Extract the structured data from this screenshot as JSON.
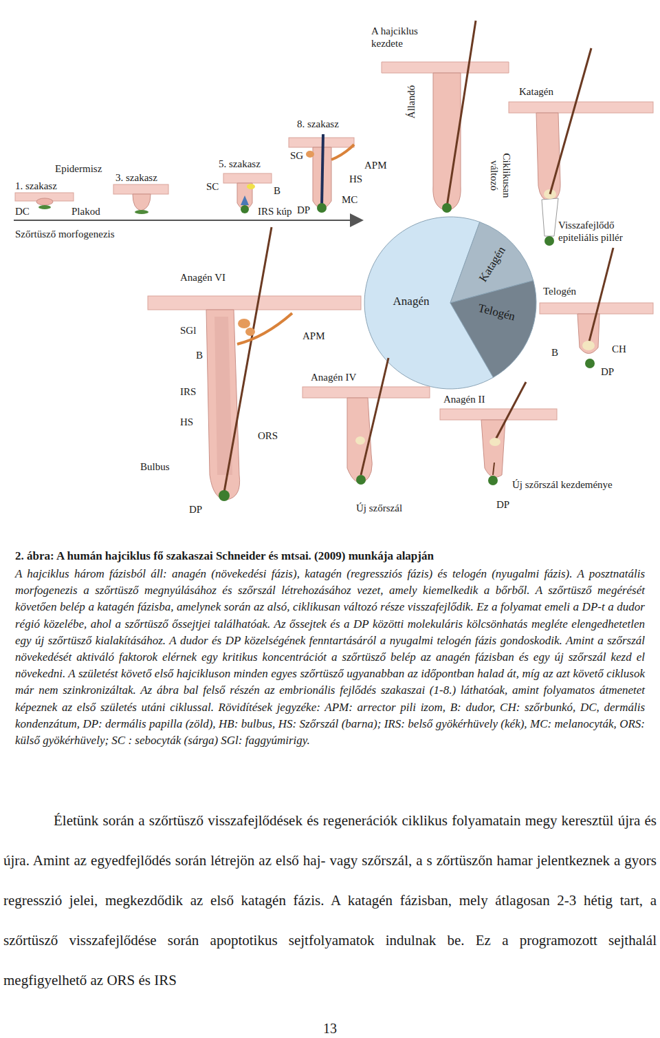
{
  "diagram": {
    "caption": "2. ábra: A humán hajciklus fő szakaszai Schneider és mtsai. (2009) munkája alapján",
    "nodes": [
      {
        "text": [
          "Anagén"
        ]
      },
      {
        "text": [
          "Katagén"
        ]
      },
      {
        "text": [
          "Telogén"
        ]
      }
    ],
    "labels": [
      "A hajciklus kezdete",
      "Állandó",
      "Ciklikusan változó",
      "Katagén",
      "Epidermisz",
      "1. szakasz",
      "3. szakasz",
      "DC",
      "Plakod",
      "Szőrtüsző morfogenezis",
      "5. szakasz",
      "SC",
      "B",
      "IRS kúp",
      "8. szakasz",
      "SG",
      "APM",
      "HS",
      "MC",
      "DP",
      "Visszafejlődő epiteliális pillér",
      "Telogén",
      "B",
      "CH",
      "DP",
      "Anagén VI",
      "SGl",
      "APM",
      "B",
      "IRS",
      "HS",
      "ORS",
      "Bulbus",
      "DP",
      "Anagén IV",
      "Új szőrszál",
      "Anagén II",
      "Új szőrszál kezdeménye",
      "DP",
      "A hajciklus három fázisból áll: anagén (növekedési fázis), katagén (regressziós fázis) és telogén (nyugalmi fázis). A posztnatális morfogenezis a szőrtüsző megnyúlásához és szőrszál létrehozásához vezet, amely kiemelkedik a bőrből. A szőrtüsző megérését követően belép a katagén fázisba, amelynek során az alsó, ciklikusan változó része visszafejlődik. Ez a folyamat emeli a DP-t a dudor régió közelébe, ahol a szőrtüsző őssejtjei találhatóak. Az őssejtek és a DP közötti molekuláris kölcsönhatás megléte elengedhetetlen egy új szőrtüsző kialakításához. A dudor és DP közelségének fenntartásáról a nyugalmi telogén fázis gondoskodik. Amint a szőrszál növekedését aktiváló faktorok elérnek egy kritikus koncentrációt a szőrtüsző belép az anagén fázisban és egy új szőrszál kezd el növekedni. A születést követő első hajcikluson minden egyes szőrtüsző ugyanabban az időpontban halad át, míg az azt követő ciklusok már nem szinkronizáltak. Az ábra bal felső részén az embrionális fejlődés szakaszai (1-8.) láthatóak, amint folyamatos átmenetet képeznek az első születés utáni ciklussal. Rövidítések jegyzéke: APM: arrector pili izom, B: dudor, CH: szőrbunkó, DC, dermális kondenzátum, DP: dermális papilla (zöld), HB: bulbus, HS: Szőrszál (barna); IRS: belső gyökérhüvely (kék), MC: melanocyták, ORS: külső gyökérhüvely; SC : sebocyták (sárga) SGl: faggyúmirigy.",
      "Életünk során a szőrtüsző visszafejlődések és regenerációk ciklikus folyamatain megy keresztül újra és újra. Amint az egyedfejlődés során létrejön az első haj- vagy szőrszál, a s zőrtüszőn hamar jelentkeznek a gyors regresszió jelei, megkezdődik az első katagén fázis. A katagén fázisban, mely átlagosan 2-3 hétig tart, a szőrtüsző visszafejlődése során apoptotikus sejtfolyamatok indulnak be. Ez a programozott sejthalál megfigyelhető az ORS és IRS",
      "13"
    ]
  }
}
